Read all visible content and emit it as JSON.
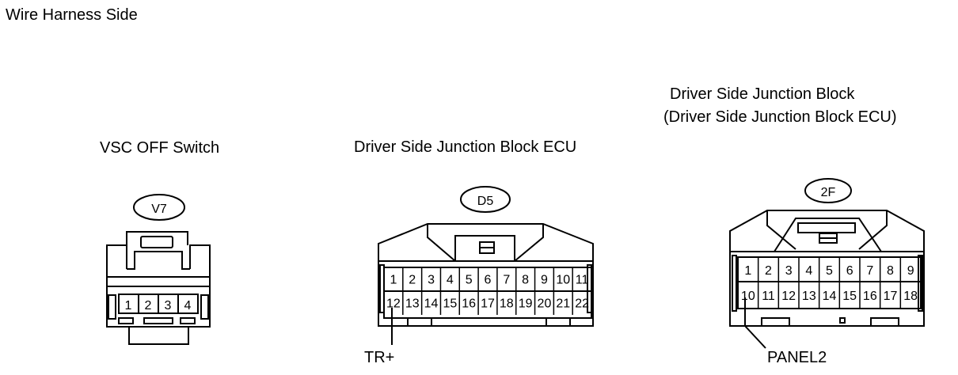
{
  "header": {
    "title": "Wire Harness Side"
  },
  "connectors": {
    "v7": {
      "caption": "VSC OFF Switch",
      "code": "V7",
      "pins": [
        "1",
        "2",
        "3",
        "4"
      ]
    },
    "d5": {
      "caption": "Driver Side Junction Block ECU",
      "code": "D5",
      "row1": [
        "1",
        "2",
        "3",
        "4",
        "5",
        "6",
        "7",
        "8",
        "9",
        "10",
        "11"
      ],
      "row2": [
        "12",
        "13",
        "14",
        "15",
        "16",
        "17",
        "18",
        "19",
        "20",
        "21",
        "22"
      ],
      "callout": "TR+"
    },
    "f2": {
      "caption_line1": "Driver Side Junction Block",
      "caption_line2": "(Driver Side Junction Block ECU)",
      "code": "2F",
      "row1": [
        "1",
        "2",
        "3",
        "4",
        "5",
        "6",
        "7",
        "8",
        "9"
      ],
      "row2": [
        "10",
        "11",
        "12",
        "13",
        "14",
        "15",
        "16",
        "17",
        "18"
      ],
      "callout": "PANEL2"
    }
  }
}
